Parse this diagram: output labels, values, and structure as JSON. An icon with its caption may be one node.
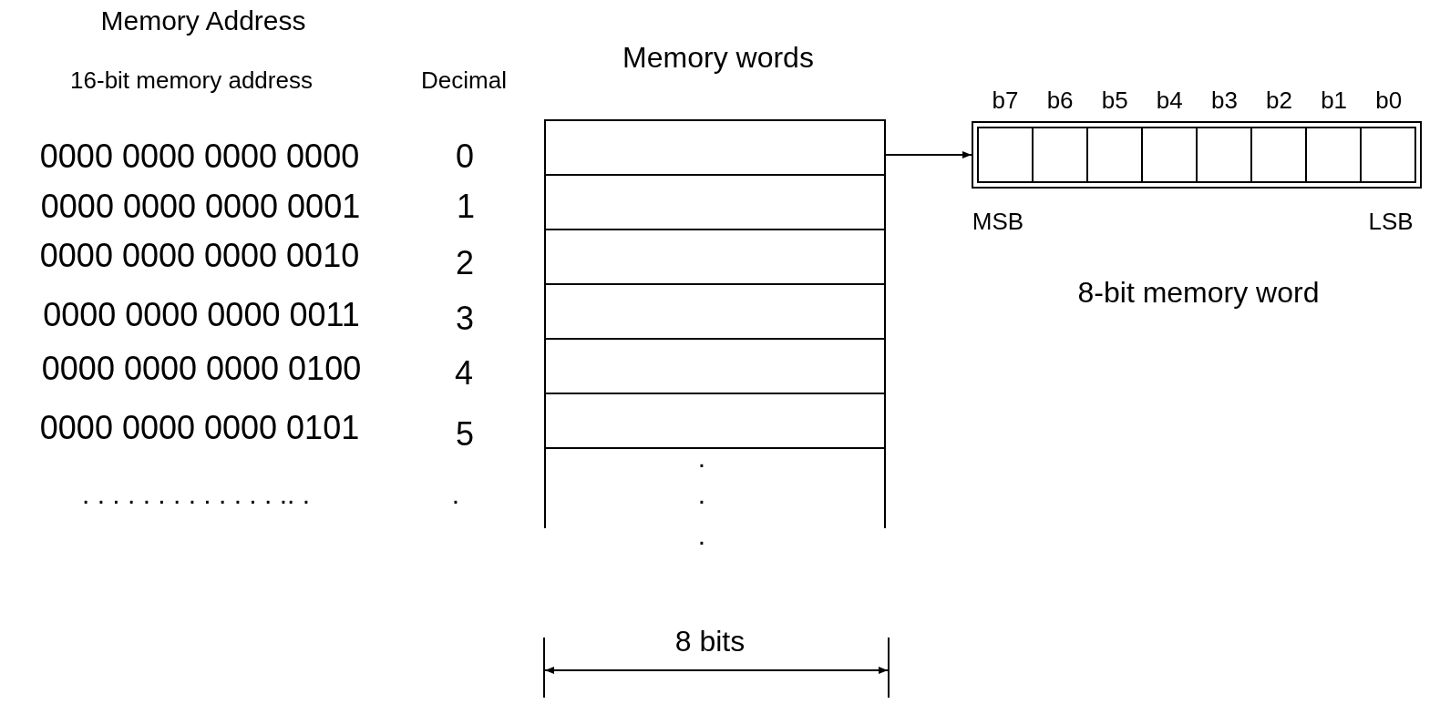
{
  "diagram": {
    "nodes": [
      {
        "text": [],
        "shape": "box"
      },
      {
        "text": [],
        "shape": "box"
      },
      {
        "text": [],
        "shape": "box"
      },
      {
        "text": [],
        "shape": "box"
      },
      {
        "text": [],
        "shape": "box"
      },
      {
        "text": [],
        "shape": "box"
      },
      {
        "text": [],
        "shape": "box"
      },
      {
        "text": [],
        "shape": "box",
        "in": 6
      },
      {
        "text": [],
        "shape": "box",
        "in": 6
      },
      {
        "text": [],
        "shape": "box",
        "in": 6
      },
      {
        "text": [],
        "shape": "box",
        "in": 6
      },
      {
        "text": [],
        "shape": "box",
        "in": 6
      },
      {
        "text": [],
        "shape": "box",
        "in": 6
      },
      {
        "text": [],
        "shape": "box",
        "in": 6
      },
      {
        "text": [],
        "shape": "box",
        "in": 6
      }
    ],
    "edges": [
      {
        "from": 0,
        "to": 6,
        "arrow": "to"
      }
    ],
    "labels": [
      "Memory Address",
      "16-bit memory address",
      "Decimal",
      "Memory words",
      "b7",
      "b6",
      "b5",
      "b4",
      "b3",
      "b2",
      "b1",
      "b0",
      "0000 0000 0000 0000",
      "0",
      "0000 0000 0000 0001",
      "1",
      "MSB",
      "LSB",
      "0000 0000 0000 0010",
      "2",
      "8-bit memory word",
      "0000 0000 0000 0011",
      "3",
      "0000 0000 0000 0100",
      "4",
      "0000 0000 0000 0101",
      "5",
      ". . . . . . . . . . . . . .. .",
      ".",
      ".",
      ".",
      ".",
      "8 bits"
    ]
  }
}
